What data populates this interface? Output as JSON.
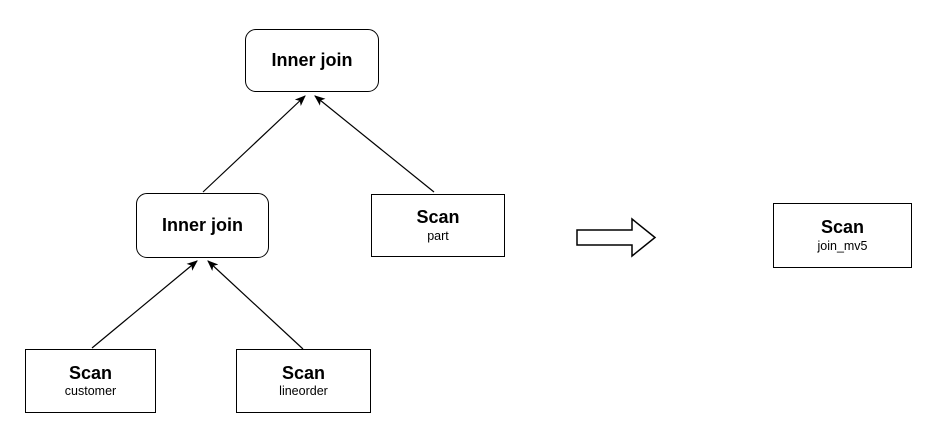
{
  "diagram_title": "join-tree-rewrite-to-materialized-view",
  "colors": {
    "background": "#ffffff",
    "stroke": "#000000",
    "text": "#000000"
  },
  "nodes": {
    "root_join": {
      "title": "Inner join"
    },
    "mid_join": {
      "title": "Inner join"
    },
    "scan_part": {
      "title": "Scan",
      "subtitle": "part"
    },
    "scan_customer": {
      "title": "Scan",
      "subtitle": "customer"
    },
    "scan_lineorder": {
      "title": "Scan",
      "subtitle": "lineorder"
    },
    "scan_mv": {
      "title": "Scan",
      "subtitle": "join_mv5"
    }
  },
  "edges": [
    {
      "from": "mid_join",
      "to": "root_join"
    },
    {
      "from": "scan_part",
      "to": "root_join"
    },
    {
      "from": "scan_customer",
      "to": "mid_join"
    },
    {
      "from": "scan_lineorder",
      "to": "mid_join"
    }
  ],
  "transform": {
    "meaning": "rewrites-to"
  }
}
